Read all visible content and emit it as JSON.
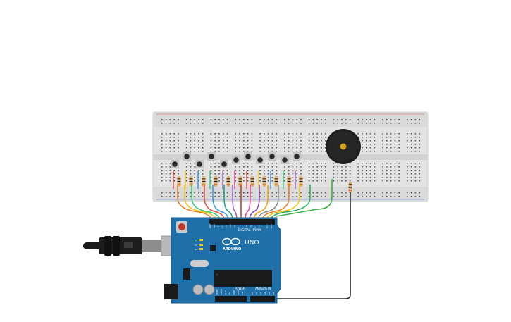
{
  "arduino": {
    "brand_text": "ARDUINO",
    "model_text": "UNO",
    "digital_header_label": "DIGITAL (PWM~)",
    "power_header_label": "POWER",
    "analog_header_label": "ANALOG IN",
    "digital_pin_labels": [
      "AREF",
      "GND",
      "13",
      "12",
      "~11",
      "~10",
      "~9",
      "8",
      "7",
      "~6",
      "~5",
      "4",
      "~3",
      "2",
      "TX 1",
      "RX 0"
    ],
    "power_pin_labels": [
      "IOREF",
      "RESET",
      "3.3V",
      "5V",
      "GND",
      "GND",
      "Vin"
    ],
    "analog_pin_labels": [
      "A0",
      "A1",
      "A2",
      "A3",
      "A4",
      "A5"
    ],
    "led_labels": [
      "L",
      "TX",
      "RX"
    ],
    "on_label": "ON"
  },
  "circuit": {
    "button_count": 11,
    "wire_colors": [
      "#e67e22",
      "#f1c40f",
      "#2ecc71",
      "#e74c3c",
      "#3498db",
      "#16a085",
      "#9b59b6",
      "#c0392b",
      "#e84393",
      "#8e44ad",
      "#f39c12",
      "#7f8c8d",
      "#e67e22",
      "#f1c40f",
      "#27ae60"
    ],
    "buzzer_wire_color": "#2c2c2c",
    "ground_wire_color": "#3cb043"
  }
}
